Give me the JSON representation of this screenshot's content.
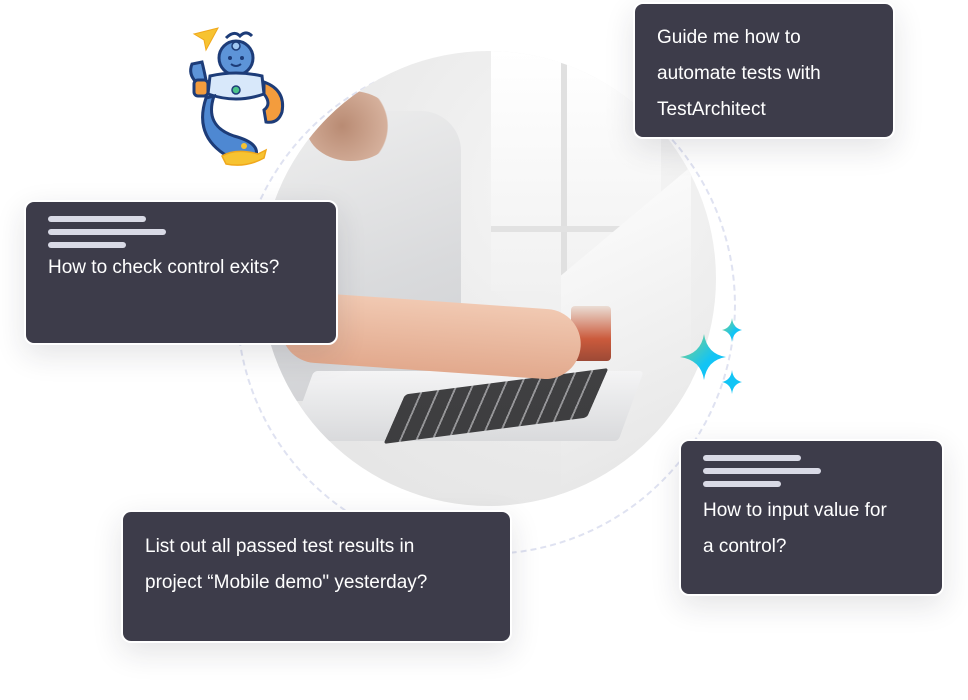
{
  "illustration": {
    "photo_alt": "person typing on a laptop",
    "mascot": "genie-robot-mascot",
    "decoration": "sparkles"
  },
  "colors": {
    "card_bg": "#3d3c4a",
    "card_text": "#ffffff",
    "placeholder_line": "#d9dae6",
    "ring_dash": "#dfe2f1",
    "sparkle_gradient_start": "#8ad27a",
    "sparkle_gradient_end": "#12c4f5"
  },
  "prompts": [
    {
      "id": "top",
      "text": "Guide me how to\nautomate tests with\nTestArchitect",
      "has_placeholder_lines": false
    },
    {
      "id": "left",
      "text": "How to check control exits?",
      "has_placeholder_lines": true
    },
    {
      "id": "right",
      "text": "How to input value for\na control?",
      "has_placeholder_lines": true
    },
    {
      "id": "bottom",
      "text": "List out all passed test results in\nproject “Mobile demo\" yesterday?",
      "has_placeholder_lines": false
    }
  ]
}
